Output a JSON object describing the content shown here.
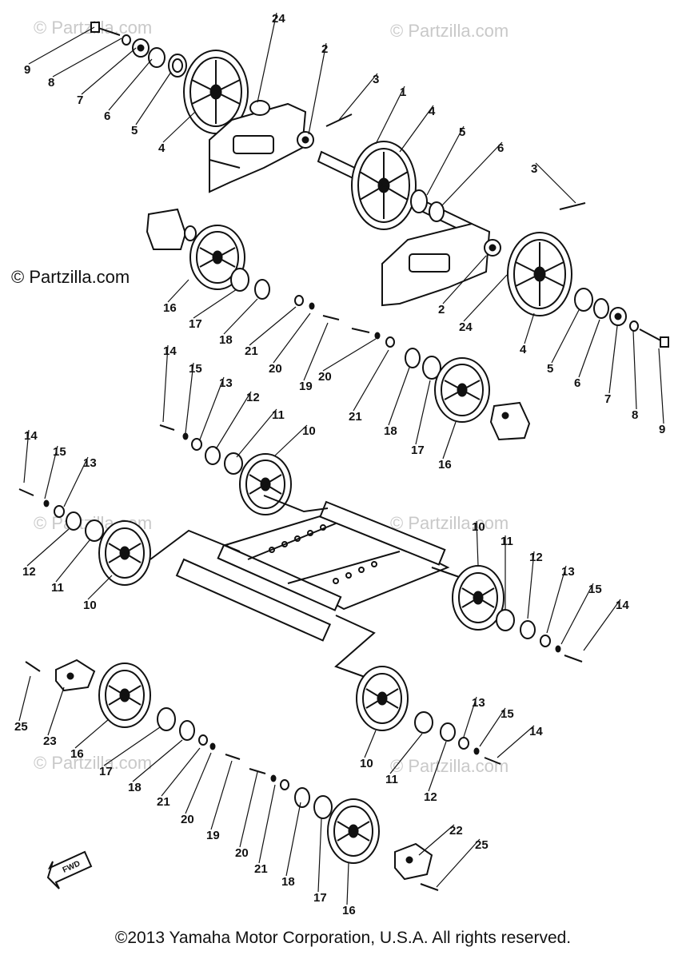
{
  "watermarks": {
    "main": "© Partzilla.com",
    "faded": [
      "© Partzilla.com",
      "© Partzilla.com",
      "© Partzilla.com",
      "© Partzilla.com",
      "© Partzilla.com",
      "© Partzilla.com"
    ]
  },
  "fwd_label": "FWD",
  "copyright": "©2013 Yamaha Motor Corporation, U.S.A. All rights reserved.",
  "callouts": [
    {
      "n": "9"
    },
    {
      "n": "8"
    },
    {
      "n": "7"
    },
    {
      "n": "6"
    },
    {
      "n": "5"
    },
    {
      "n": "4"
    },
    {
      "n": "24"
    },
    {
      "n": "2"
    },
    {
      "n": "3"
    },
    {
      "n": "1"
    },
    {
      "n": "4"
    },
    {
      "n": "5"
    },
    {
      "n": "6"
    },
    {
      "n": "3"
    },
    {
      "n": "16"
    },
    {
      "n": "17"
    },
    {
      "n": "18"
    },
    {
      "n": "21"
    },
    {
      "n": "20"
    },
    {
      "n": "19"
    },
    {
      "n": "2"
    },
    {
      "n": "24"
    },
    {
      "n": "4"
    },
    {
      "n": "5"
    },
    {
      "n": "6"
    },
    {
      "n": "7"
    },
    {
      "n": "8"
    },
    {
      "n": "9"
    },
    {
      "n": "14"
    },
    {
      "n": "15"
    },
    {
      "n": "13"
    },
    {
      "n": "12"
    },
    {
      "n": "11"
    },
    {
      "n": "10"
    },
    {
      "n": "20"
    },
    {
      "n": "21"
    },
    {
      "n": "18"
    },
    {
      "n": "17"
    },
    {
      "n": "16"
    },
    {
      "n": "14"
    },
    {
      "n": "15"
    },
    {
      "n": "13"
    },
    {
      "n": "12"
    },
    {
      "n": "11"
    },
    {
      "n": "10"
    },
    {
      "n": "10"
    },
    {
      "n": "11"
    },
    {
      "n": "12"
    },
    {
      "n": "13"
    },
    {
      "n": "15"
    },
    {
      "n": "14"
    },
    {
      "n": "25"
    },
    {
      "n": "23"
    },
    {
      "n": "16"
    },
    {
      "n": "17"
    },
    {
      "n": "18"
    },
    {
      "n": "21"
    },
    {
      "n": "20"
    },
    {
      "n": "19"
    },
    {
      "n": "20"
    },
    {
      "n": "21"
    },
    {
      "n": "18"
    },
    {
      "n": "17"
    },
    {
      "n": "16"
    },
    {
      "n": "10"
    },
    {
      "n": "11"
    },
    {
      "n": "12"
    },
    {
      "n": "13"
    },
    {
      "n": "15"
    },
    {
      "n": "14"
    },
    {
      "n": "22"
    },
    {
      "n": "25"
    }
  ]
}
